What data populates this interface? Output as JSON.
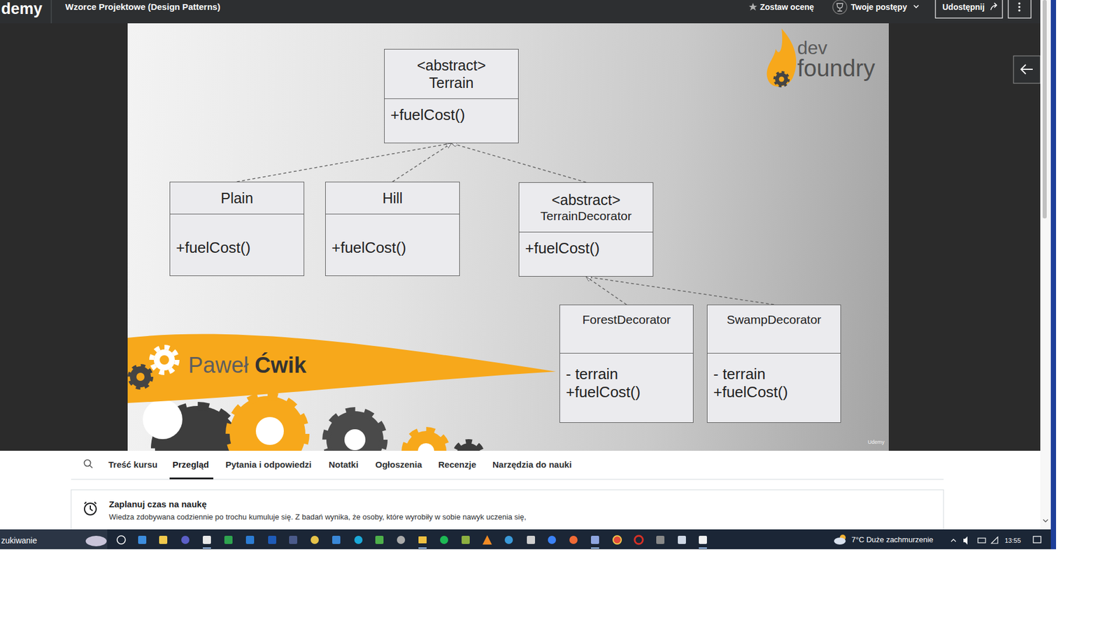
{
  "diagram": {
    "nodes": [
      {
        "text": [
          "<abstract>",
          "Terrain",
          "+fuelCost()"
        ]
      },
      {
        "text": [
          "Plain",
          "+fuelCost()"
        ]
      },
      {
        "text": [
          "Hill",
          "+fuelCost()"
        ]
      },
      {
        "text": [
          "<abstract>",
          "TerrainDecorator",
          "+fuelCost()"
        ]
      },
      {
        "text": [
          "ForestDecorator",
          "- terrain",
          "+fuelCost()"
        ]
      },
      {
        "text": [
          "SwampDecorator",
          "- terrain",
          "+fuelCost()"
        ]
      }
    ],
    "edges": [
      {
        "from": 1,
        "to": 0,
        "arrow": "to"
      },
      {
        "from": 2,
        "to": 0,
        "arrow": "to"
      },
      {
        "from": 3,
        "to": 0,
        "arrow": "to"
      },
      {
        "from": 4,
        "to": 3,
        "arrow": "to"
      },
      {
        "from": 5,
        "to": 3,
        "arrow": "to"
      }
    ],
    "labels": [
      "demy",
      "Wzorce Projektowe (Design Patterns)",
      "Zostaw ocenę",
      "Twoje postępy",
      "Udostępnij",
      "dev",
      "foundry",
      "Paweł",
      "Ćwik",
      "Udemy",
      "Treść kursu",
      "Przegląd",
      "Pytania i odpowiedzi",
      "Notatki",
      "Ogłoszenia",
      "Recenzje",
      "Narzędzia do nauki",
      "Zaplanuj czas na naukę",
      "Wiedza zdobywana codziennie po trochu kumuluje się. Z badań wynika, że osoby, które wyrobiły w sobie nawyk uczenia się,",
      "zukiwanie",
      "7°C Duże zachmurzenie",
      "13:55"
    ]
  }
}
